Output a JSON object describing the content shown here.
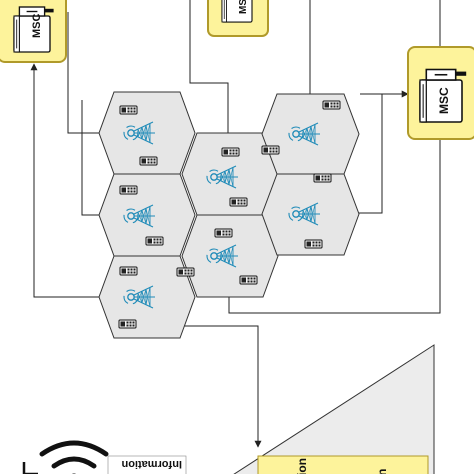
{
  "msc_label": "MSC",
  "info_label": "Information",
  "clipped_label_left": "ion",
  "clipped_label_right": "n",
  "colors": {
    "msc_fill": "#fdf39b",
    "msc_stroke": "#b09a2a",
    "cell_fill": "#e6e6e6",
    "cell_stroke": "#333333",
    "antenna": "#1f8bb8",
    "line": "#222222"
  },
  "icons": [
    "msc-icon",
    "cell-tower-icon",
    "mobile-phone-icon",
    "wifi-icon"
  ]
}
